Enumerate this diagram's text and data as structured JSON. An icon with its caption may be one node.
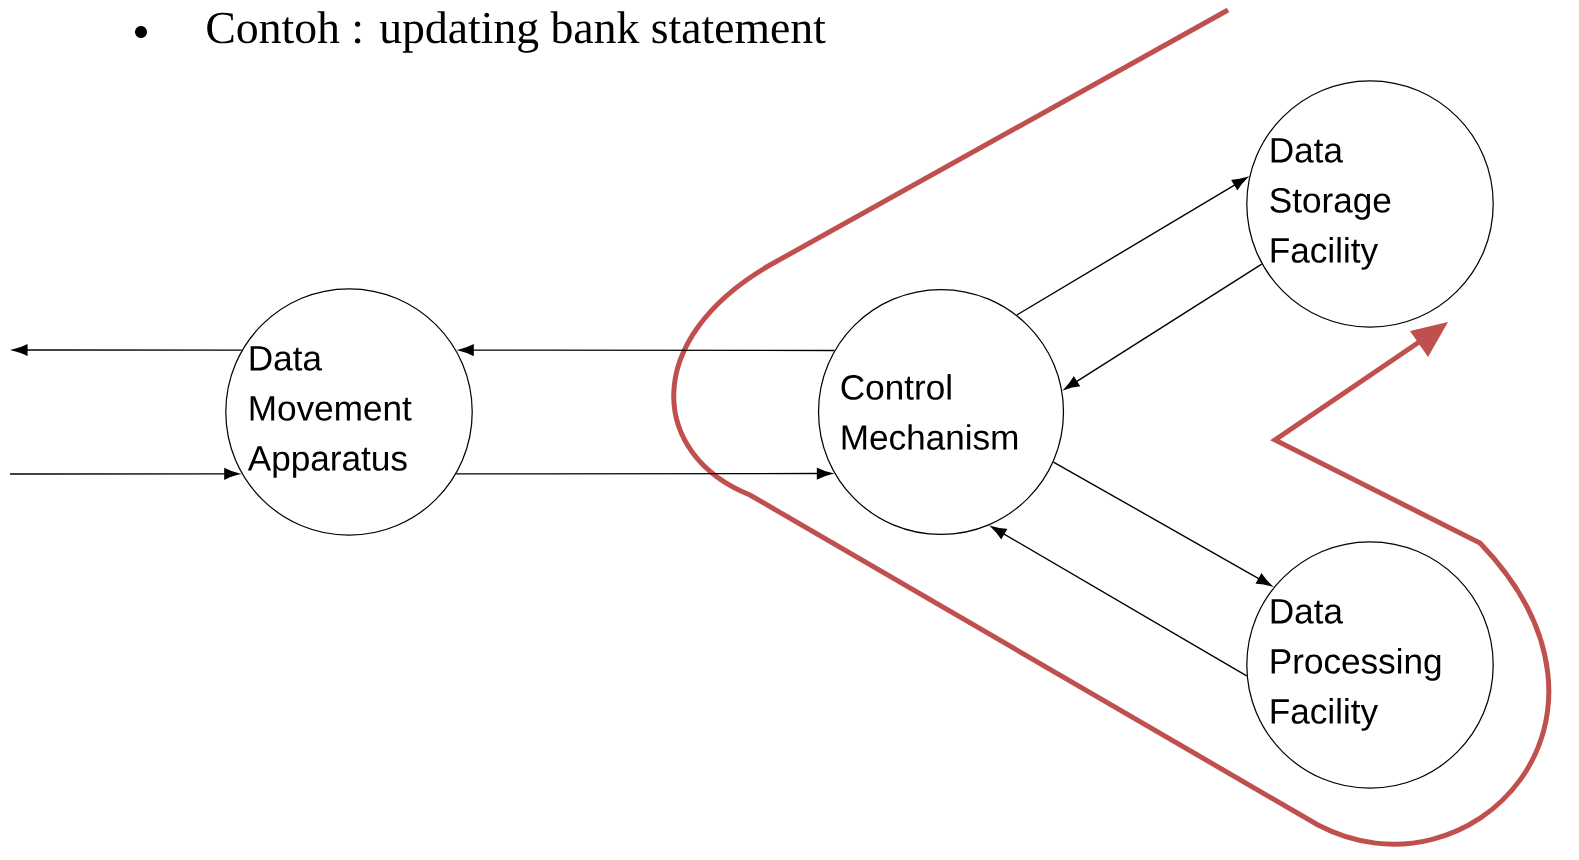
{
  "diagram": {
    "title": "Contoh : updating bank statement",
    "nodes": [
      {
        "text": [
          "Data Movement Apparatus"
        ]
      },
      {
        "text": [
          "Control Mechanism"
        ]
      },
      {
        "text": [
          "Data Storage Facility"
        ]
      },
      {
        "text": [
          "Data Processing Facility"
        ]
      }
    ],
    "edges": [
      {
        "from": 0,
        "to": null,
        "arrow": "to"
      },
      {
        "from": null,
        "to": 0,
        "arrow": "to"
      },
      {
        "from": 1,
        "to": 0,
        "arrow": "to"
      },
      {
        "from": 0,
        "to": 1,
        "arrow": "to"
      },
      {
        "from": 1,
        "to": 2,
        "arrow": "to"
      },
      {
        "from": 2,
        "to": 1,
        "arrow": "to"
      },
      {
        "from": 1,
        "to": 3,
        "arrow": "to"
      },
      {
        "from": 3,
        "to": 1,
        "arrow": "to"
      }
    ]
  }
}
